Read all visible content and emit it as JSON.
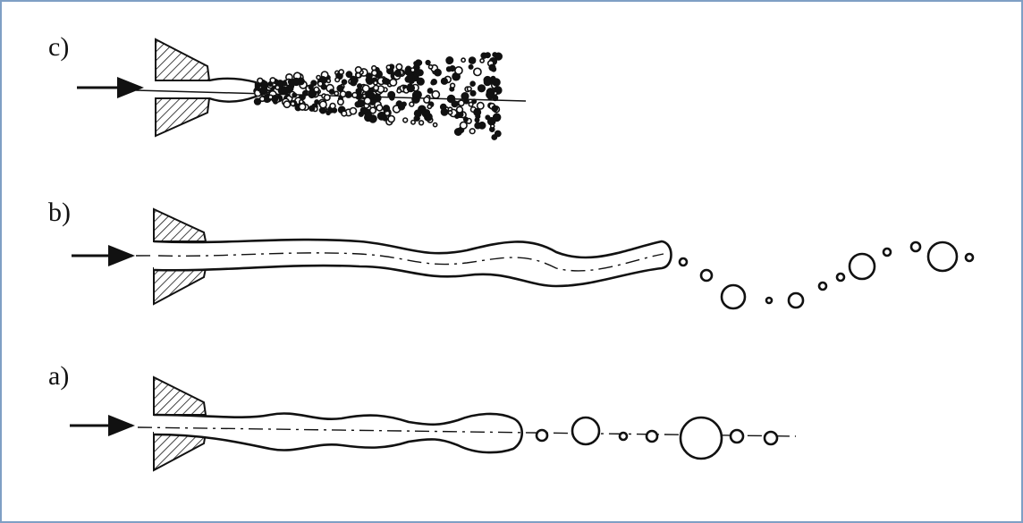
{
  "panels": [
    {
      "id": "c",
      "label": "c)"
    },
    {
      "id": "b",
      "label": "b)"
    },
    {
      "id": "a",
      "label": "a)"
    }
  ],
  "colors": {
    "ink": "#111111",
    "frame": "#7f9fc4",
    "background": "#ffffff"
  }
}
